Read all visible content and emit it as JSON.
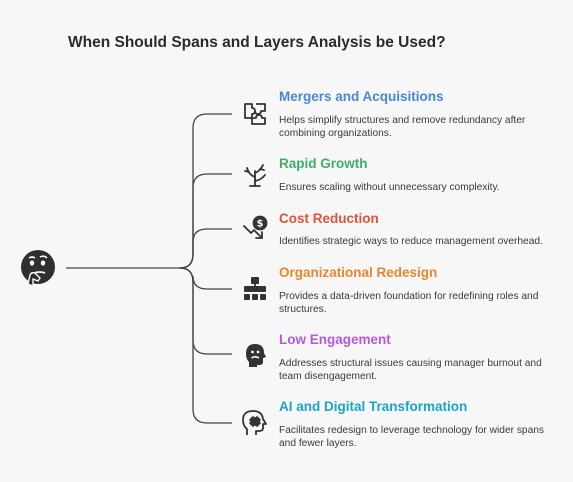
{
  "title": "When Should Spans and Layers Analysis be Used?",
  "root": {
    "icon": "thinking-face-icon"
  },
  "items": [
    {
      "title": "Mergers and Acquisitions",
      "description": "Helps simplify structures and remove redundancy after combining organizations.",
      "color": "#4a86d8",
      "icon": "puzzle-icon"
    },
    {
      "title": "Rapid Growth",
      "description": "Ensures scaling without unnecessary complexity.",
      "color": "#3fae6b",
      "icon": "branching-plant-icon"
    },
    {
      "title": "Cost Reduction",
      "description": "Identifies strategic ways to reduce management overhead.",
      "color": "#e0503a",
      "icon": "dollar-down-arrow-icon"
    },
    {
      "title": "Organizational Redesign",
      "description": "Provides a data-driven foundation for redefining roles and structures.",
      "color": "#e8862c",
      "icon": "org-structure-icon"
    },
    {
      "title": "Low Engagement",
      "description": "Addresses structural issues causing manager burnout and team disengagement.",
      "color": "#b45ad8",
      "icon": "frustrated-head-icon"
    },
    {
      "title": "AI and Digital Transformation",
      "description": "Facilitates redesign to leverage technology for wider spans and fewer layers.",
      "color": "#1aa6c4",
      "icon": "ai-head-icon"
    }
  ]
}
